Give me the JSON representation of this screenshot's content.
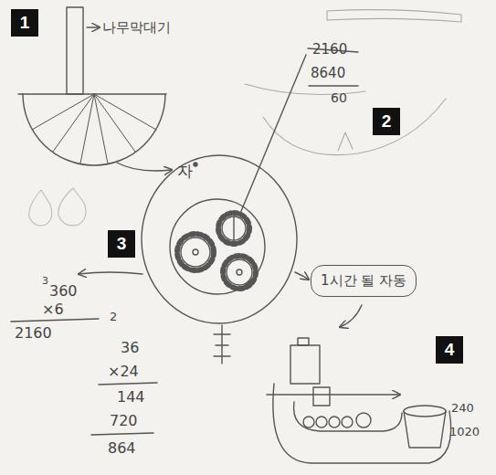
{
  "diagram": {
    "nodes": [
      {
        "text": [
          "1"
        ]
      },
      {
        "text": [
          "2"
        ]
      },
      {
        "text": [
          "3"
        ]
      },
      {
        "text": [
          "1시간 될 자동"
        ]
      },
      {
        "text": [
          "4"
        ]
      }
    ],
    "labels": [
      "나무막대기",
      "자",
      "2160",
      "8640",
      "60",
      "3",
      "360",
      "×6",
      "2160",
      "2",
      "36",
      "×24",
      "144",
      "720",
      "864",
      "240",
      "1020"
    ]
  }
}
